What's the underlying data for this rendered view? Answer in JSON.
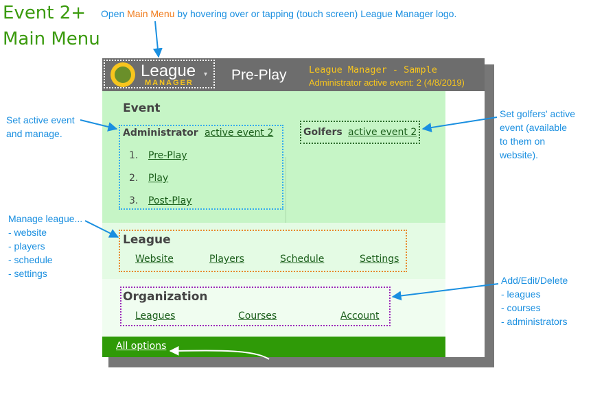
{
  "page_title": {
    "line1": "Event 2+",
    "line2": "Main Menu"
  },
  "annotations": {
    "top": {
      "prefix": "Open ",
      "highlight": "Main Menu",
      "suffix": " by hovering over or tapping (touch screen) League Manager logo."
    },
    "set_active": [
      "Set active event",
      "and manage."
    ],
    "golfers_note": [
      "Set golfers' active",
      "event (available",
      "to them on",
      "website)."
    ],
    "manage_league": [
      "Manage league...",
      "- website",
      "- players",
      "- schedule",
      "- settings"
    ],
    "add_edit": [
      "Add/Edit/Delete",
      "- leagues",
      "- courses",
      "- administrators"
    ]
  },
  "header": {
    "logo_word": "League",
    "logo_sub": "MANAGER",
    "logo_caret": "▾",
    "page_label": "Pre-Play",
    "app_name": "League Manager - Sample",
    "admin_event": "Administrator active event: 2 (4/8/2019)"
  },
  "event": {
    "heading": "Event",
    "admin_label": "Administrator",
    "admin_link": "active event 2",
    "items": [
      {
        "num": "1.",
        "label": "Pre-Play"
      },
      {
        "num": "2.",
        "label": "Play"
      },
      {
        "num": "3.",
        "label": "Post-Play"
      }
    ],
    "golfers_label": "Golfers",
    "golfers_link": "active event 2"
  },
  "league": {
    "heading": "League",
    "links": [
      "Website",
      "Players",
      "Schedule",
      "Settings"
    ]
  },
  "organization": {
    "heading": "Organization",
    "links": [
      "Leagues",
      "Courses",
      "Account"
    ]
  },
  "footer": {
    "all_options": "All options"
  },
  "colors": {
    "accent_green": "#3a9a0c",
    "note_blue": "#1a8fe0",
    "highlight_orange": "#f07a1a",
    "header_gray": "#6d6d6d",
    "gold": "#f7c51e",
    "footer_green": "#2f9a07"
  }
}
